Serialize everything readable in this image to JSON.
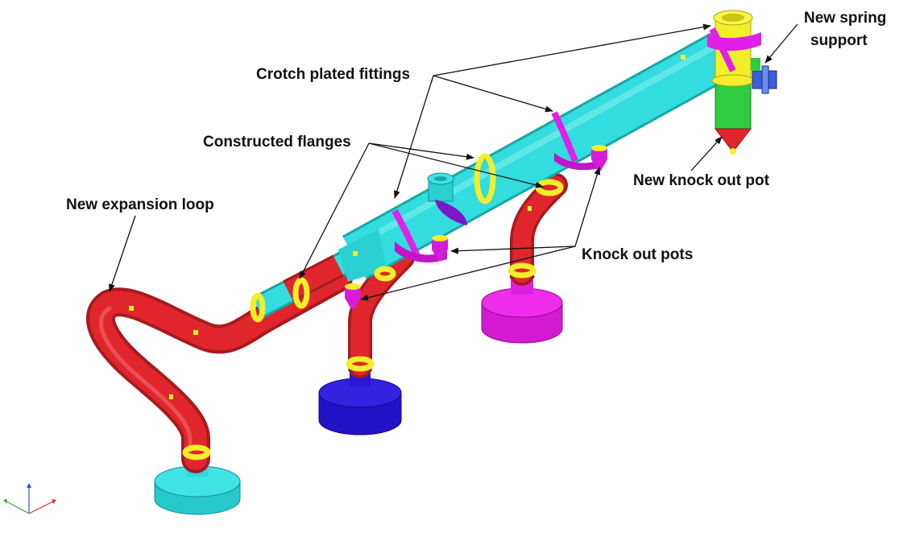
{
  "labels": {
    "crotch_plated_fittings": "Crotch plated fittings",
    "constructed_flanges": "Constructed flanges",
    "new_expansion_loop": "New expansion loop",
    "knock_out_pots": "Knock out pots",
    "new_knock_out_pot": "New knock out pot",
    "new_spring_support_line1": "New spring",
    "new_spring_support_line2": "support"
  },
  "colors": {
    "header_pipe": "#2fe0e0",
    "red_pipe": "#e0262c",
    "flange": "#f2ee2a",
    "crotch_plate": "#e020e8",
    "tank_magenta": "#ee1ee6",
    "tank_blue": "#2a18d8",
    "knockout_pot": "#d51cd8",
    "vertical_pot": "#2ecc40",
    "spring_support": "#3a5fd8"
  }
}
